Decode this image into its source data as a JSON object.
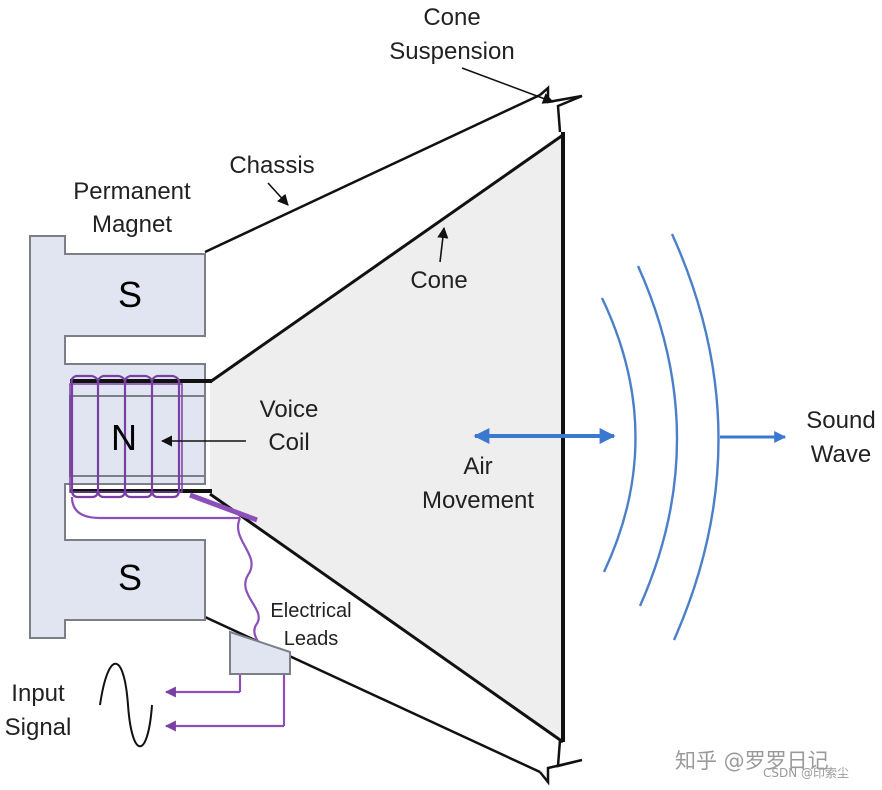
{
  "labels": {
    "cone_suspension": [
      "Cone",
      "Suspension"
    ],
    "chassis": "Chassis",
    "permanent_magnet": [
      "Permanent",
      "Magnet"
    ],
    "cone": "Cone",
    "voice_coil": [
      "Voice",
      "Coil"
    ],
    "air_movement": [
      "Air",
      "Movement"
    ],
    "sound_wave": [
      "Sound",
      "Wave"
    ],
    "electrical_leads": [
      "Electrical",
      "Leads"
    ],
    "input_signal": [
      "Input",
      "Signal"
    ]
  },
  "poles": {
    "top": "S",
    "middle": "N",
    "bottom": "S"
  },
  "watermark": {
    "primary": "知乎 @罗罗日记",
    "secondary": "CSDN @印索尘"
  },
  "colors": {
    "magnet_fill": "#e1e5f1",
    "magnet_stroke": "#7d7f88",
    "cone_fill": "#eeeeee",
    "coil": "#7a3fa2",
    "lead": "#8d4fb8",
    "wave": "#4b80c8",
    "arrow_blue": "#3b78cf"
  }
}
